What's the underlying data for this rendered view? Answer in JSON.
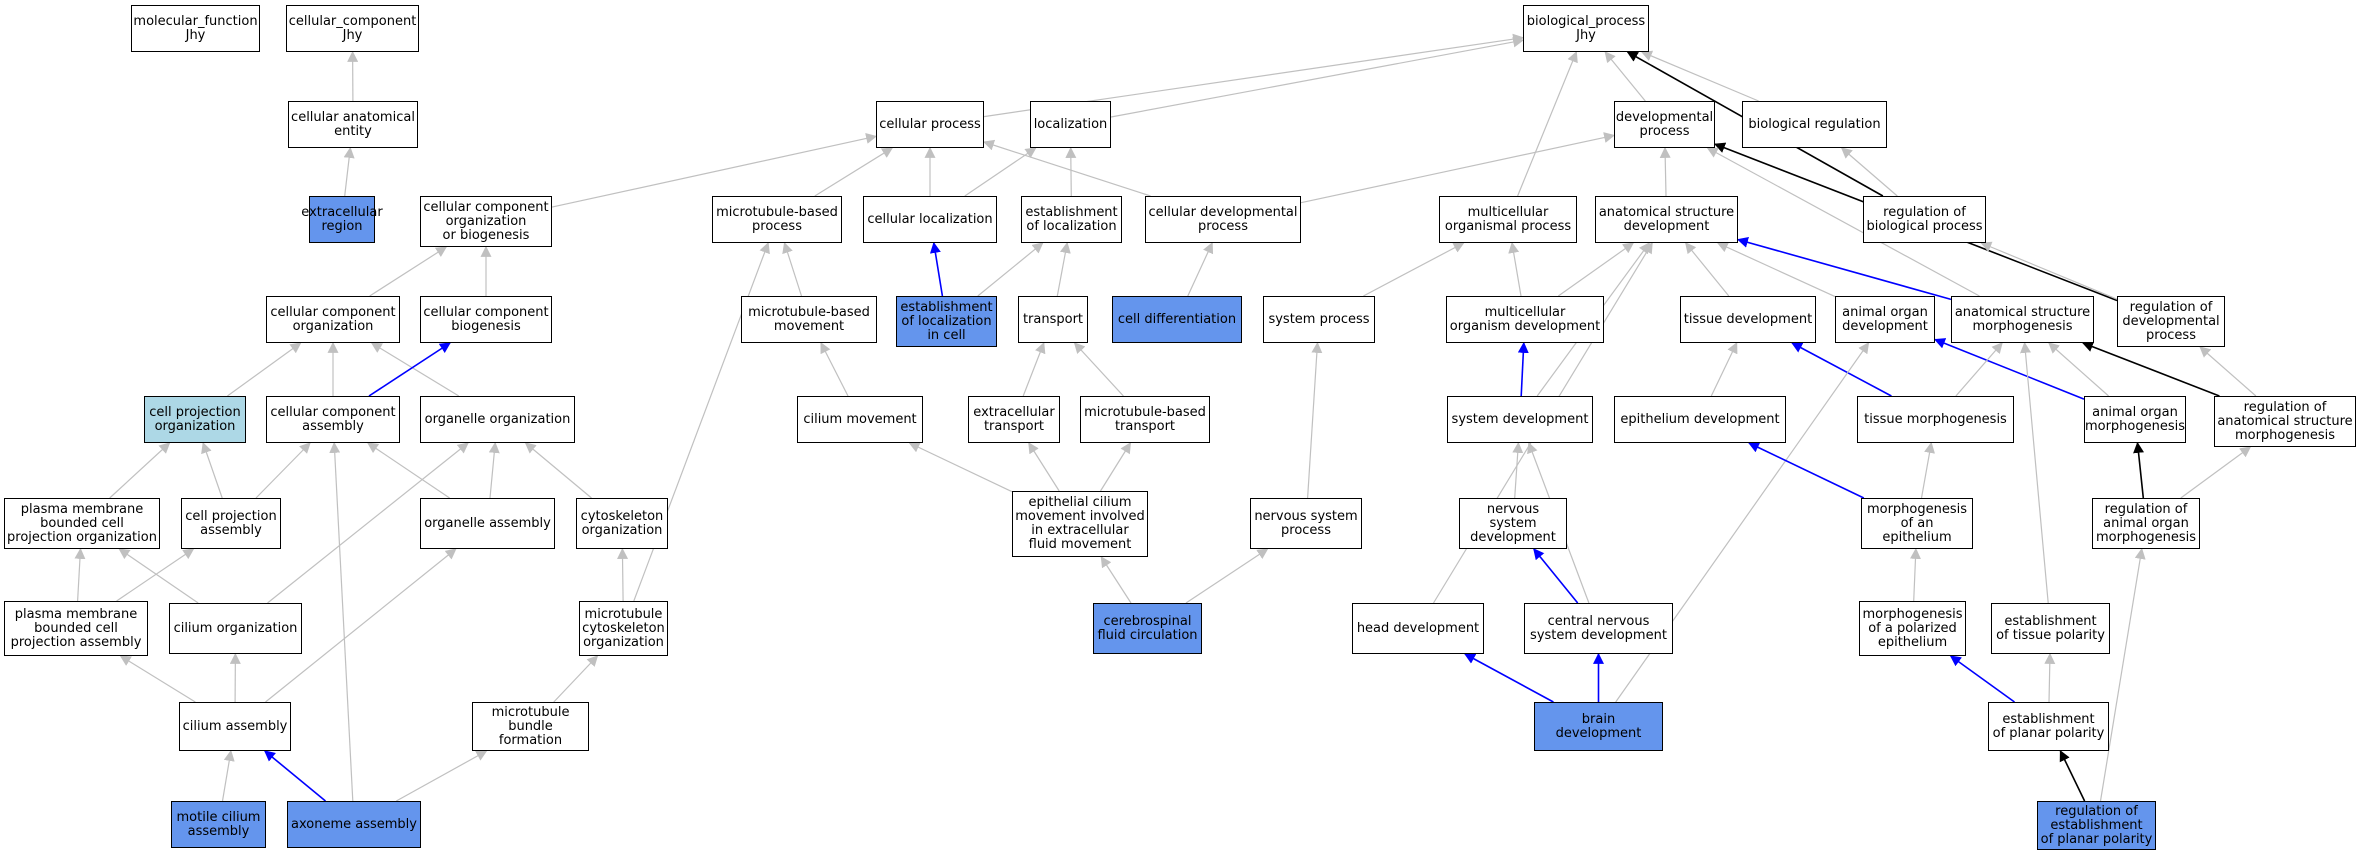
{
  "colors": {
    "default_fill": "#ffffff",
    "highlight_fill": "#6495ed",
    "partial_fill": "#add8e6",
    "edge_gray": "#c0c0c0",
    "edge_blue": "#0000ff",
    "edge_black": "#000000"
  },
  "nodes": {
    "mf": {
      "label": "molecular_function\nJhy",
      "fill": "default"
    },
    "cc": {
      "label": "cellular_component\nJhy",
      "fill": "default"
    },
    "bp": {
      "label": "biological_process\nJhy",
      "fill": "default"
    },
    "cae": {
      "label": "cellular anatomical\nentity",
      "fill": "default"
    },
    "er": {
      "label": "extracellular\nregion",
      "fill": "highlight"
    },
    "cp": {
      "label": "cellular process",
      "fill": "default"
    },
    "loc": {
      "label": "localization",
      "fill": "default"
    },
    "dp": {
      "label": "developmental\nprocess",
      "fill": "default"
    },
    "br": {
      "label": "biological regulation",
      "fill": "default"
    },
    "ccob": {
      "label": "cellular component\norganization\nor biogenesis",
      "fill": "default"
    },
    "mbp": {
      "label": "microtubule-based\nprocess",
      "fill": "default"
    },
    "cl": {
      "label": "cellular localization",
      "fill": "default"
    },
    "eol": {
      "label": "establishment\nof localization",
      "fill": "default"
    },
    "cdp": {
      "label": "cellular developmental\nprocess",
      "fill": "default"
    },
    "mop": {
      "label": "multicellular\norganismal process",
      "fill": "default"
    },
    "asd": {
      "label": "anatomical structure\ndevelopment",
      "fill": "default"
    },
    "rbp": {
      "label": "regulation of\nbiological process",
      "fill": "default"
    },
    "cco": {
      "label": "cellular component\norganization",
      "fill": "default"
    },
    "ccb": {
      "label": "cellular component\nbiogenesis",
      "fill": "default"
    },
    "mbm": {
      "label": "microtubule-based\nmovement",
      "fill": "default"
    },
    "eolc": {
      "label": "establishment\nof localization\nin cell",
      "fill": "highlight"
    },
    "tr": {
      "label": "transport",
      "fill": "default"
    },
    "cdiff": {
      "label": "cell differentiation",
      "fill": "highlight"
    },
    "sp": {
      "label": "system process",
      "fill": "default"
    },
    "mod": {
      "label": "multicellular\norganism development",
      "fill": "default"
    },
    "td": {
      "label": "tissue development",
      "fill": "default"
    },
    "aod": {
      "label": "animal organ\ndevelopment",
      "fill": "default"
    },
    "asm": {
      "label": "anatomical structure\nmorphogenesis",
      "fill": "default"
    },
    "rdp": {
      "label": "regulation of\ndevelopmental\nprocess",
      "fill": "default"
    },
    "cpo": {
      "label": "cell projection\norganization",
      "fill": "partial"
    },
    "cca": {
      "label": "cellular component\nassembly",
      "fill": "default"
    },
    "oo": {
      "label": "organelle organization",
      "fill": "default"
    },
    "cm": {
      "label": "cilium movement",
      "fill": "default"
    },
    "et": {
      "label": "extracellular\ntransport",
      "fill": "default"
    },
    "mbt": {
      "label": "microtubule-based\ntransport",
      "fill": "default"
    },
    "sd": {
      "label": "system development",
      "fill": "default"
    },
    "epd": {
      "label": "epithelium development",
      "fill": "default"
    },
    "tm": {
      "label": "tissue morphogenesis",
      "fill": "default"
    },
    "aom": {
      "label": "animal organ\nmorphogenesis",
      "fill": "default"
    },
    "rasm": {
      "label": "regulation of\nanatomical structure\nmorphogenesis",
      "fill": "default"
    },
    "pmbcpo": {
      "label": "plasma membrane\nbounded cell\nprojection organization",
      "fill": "default"
    },
    "cpa": {
      "label": "cell projection\nassembly",
      "fill": "default"
    },
    "oa": {
      "label": "organelle assembly",
      "fill": "default"
    },
    "cyto": {
      "label": "cytoskeleton\norganization",
      "fill": "default"
    },
    "ecm": {
      "label": "epithelial cilium\nmovement involved\nin extracellular\nfluid movement",
      "fill": "default"
    },
    "nsp": {
      "label": "nervous system\nprocess",
      "fill": "default"
    },
    "nsd": {
      "label": "nervous system\ndevelopment",
      "fill": "default"
    },
    "moe": {
      "label": "morphogenesis\nof an epithelium",
      "fill": "default"
    },
    "raom": {
      "label": "regulation of\nanimal organ\nmorphogenesis",
      "fill": "default"
    },
    "pmbcpa": {
      "label": "plasma membrane\nbounded cell\nprojection assembly",
      "fill": "default"
    },
    "co": {
      "label": "cilium organization",
      "fill": "default"
    },
    "mco": {
      "label": "microtubule\ncytoskeleton\norganization",
      "fill": "default"
    },
    "csfc": {
      "label": "cerebrospinal\nfluid circulation",
      "fill": "highlight"
    },
    "hd": {
      "label": "head development",
      "fill": "default"
    },
    "cnsd": {
      "label": "central nervous\nsystem development",
      "fill": "default"
    },
    "mpe": {
      "label": "morphogenesis\nof a polarized\nepithelium",
      "fill": "default"
    },
    "etp": {
      "label": "establishment\nof tissue polarity",
      "fill": "default"
    },
    "ca": {
      "label": "cilium assembly",
      "fill": "default"
    },
    "mbf": {
      "label": "microtubule\nbundle formation",
      "fill": "default"
    },
    "bd": {
      "label": "brain development",
      "fill": "highlight"
    },
    "epp": {
      "label": "establishment\nof planar polarity",
      "fill": "default"
    },
    "mca": {
      "label": "motile cilium\nassembly",
      "fill": "highlight"
    },
    "aa": {
      "label": "axoneme assembly",
      "fill": "highlight"
    },
    "repp": {
      "label": "regulation of\nestablishment\nof planar polarity",
      "fill": "highlight"
    }
  },
  "edges": [
    {
      "from": "cae",
      "to": "cc",
      "color": "gray"
    },
    {
      "from": "er",
      "to": "cae",
      "color": "gray"
    },
    {
      "from": "cp",
      "to": "bp",
      "color": "gray"
    },
    {
      "from": "loc",
      "to": "bp",
      "color": "gray"
    },
    {
      "from": "dp",
      "to": "bp",
      "color": "gray"
    },
    {
      "from": "br",
      "to": "bp",
      "color": "gray"
    },
    {
      "from": "mop",
      "to": "bp",
      "color": "gray"
    },
    {
      "from": "rbp",
      "to": "bp",
      "color": "black"
    },
    {
      "from": "ccob",
      "to": "cp",
      "color": "gray"
    },
    {
      "from": "mbp",
      "to": "cp",
      "color": "gray"
    },
    {
      "from": "cl",
      "to": "cp",
      "color": "gray"
    },
    {
      "from": "cdp",
      "to": "cp",
      "color": "gray"
    },
    {
      "from": "cl",
      "to": "loc",
      "color": "gray"
    },
    {
      "from": "eol",
      "to": "loc",
      "color": "gray"
    },
    {
      "from": "cdp",
      "to": "dp",
      "color": "gray"
    },
    {
      "from": "asd",
      "to": "dp",
      "color": "gray"
    },
    {
      "from": "rdp",
      "to": "dp",
      "color": "black"
    },
    {
      "from": "asm",
      "to": "dp",
      "color": "gray"
    },
    {
      "from": "rbp",
      "to": "br",
      "color": "gray"
    },
    {
      "from": "rdp",
      "to": "rbp",
      "color": "gray"
    },
    {
      "from": "cco",
      "to": "ccob",
      "color": "gray"
    },
    {
      "from": "ccb",
      "to": "ccob",
      "color": "gray"
    },
    {
      "from": "mbm",
      "to": "mbp",
      "color": "gray"
    },
    {
      "from": "mco",
      "to": "mbp",
      "color": "gray"
    },
    {
      "from": "eolc",
      "to": "cl",
      "color": "blue"
    },
    {
      "from": "eolc",
      "to": "eol",
      "color": "gray"
    },
    {
      "from": "tr",
      "to": "eol",
      "color": "gray"
    },
    {
      "from": "cdiff",
      "to": "cdp",
      "color": "gray"
    },
    {
      "from": "sp",
      "to": "mop",
      "color": "gray"
    },
    {
      "from": "mod",
      "to": "mop",
      "color": "gray"
    },
    {
      "from": "mod",
      "to": "asd",
      "color": "gray"
    },
    {
      "from": "td",
      "to": "asd",
      "color": "gray"
    },
    {
      "from": "aod",
      "to": "asd",
      "color": "gray"
    },
    {
      "from": "hd",
      "to": "asd",
      "color": "gray"
    },
    {
      "from": "sd",
      "to": "asd",
      "color": "gray"
    },
    {
      "from": "asm",
      "to": "asd",
      "color": "blue"
    },
    {
      "from": "cpo",
      "to": "cco",
      "color": "gray"
    },
    {
      "from": "cca",
      "to": "cco",
      "color": "gray"
    },
    {
      "from": "oo",
      "to": "cco",
      "color": "gray"
    },
    {
      "from": "cca",
      "to": "ccb",
      "color": "blue"
    },
    {
      "from": "cm",
      "to": "mbm",
      "color": "gray"
    },
    {
      "from": "et",
      "to": "tr",
      "color": "gray"
    },
    {
      "from": "mbt",
      "to": "tr",
      "color": "gray"
    },
    {
      "from": "nsp",
      "to": "sp",
      "color": "gray"
    },
    {
      "from": "sd",
      "to": "mod",
      "color": "blue"
    },
    {
      "from": "epd",
      "to": "td",
      "color": "gray"
    },
    {
      "from": "tm",
      "to": "td",
      "color": "blue"
    },
    {
      "from": "aom",
      "to": "aod",
      "color": "blue"
    },
    {
      "from": "bd",
      "to": "aod",
      "color": "gray"
    },
    {
      "from": "tm",
      "to": "asm",
      "color": "gray"
    },
    {
      "from": "aom",
      "to": "asm",
      "color": "gray"
    },
    {
      "from": "rasm",
      "to": "asm",
      "color": "black"
    },
    {
      "from": "etp",
      "to": "asm",
      "color": "gray"
    },
    {
      "from": "rasm",
      "to": "rdp",
      "color": "gray"
    },
    {
      "from": "pmbcpo",
      "to": "cpo",
      "color": "gray"
    },
    {
      "from": "cpa",
      "to": "cpo",
      "color": "gray"
    },
    {
      "from": "cpa",
      "to": "cca",
      "color": "gray"
    },
    {
      "from": "aa",
      "to": "cca",
      "color": "gray"
    },
    {
      "from": "oa",
      "to": "cca",
      "color": "gray"
    },
    {
      "from": "oa",
      "to": "oo",
      "color": "gray"
    },
    {
      "from": "cyto",
      "to": "oo",
      "color": "gray"
    },
    {
      "from": "co",
      "to": "oo",
      "color": "gray"
    },
    {
      "from": "ecm",
      "to": "cm",
      "color": "gray"
    },
    {
      "from": "ecm",
      "to": "et",
      "color": "gray"
    },
    {
      "from": "ecm",
      "to": "mbt",
      "color": "gray"
    },
    {
      "from": "nsd",
      "to": "sd",
      "color": "gray"
    },
    {
      "from": "cnsd",
      "to": "sd",
      "color": "gray"
    },
    {
      "from": "moe",
      "to": "epd",
      "color": "blue"
    },
    {
      "from": "moe",
      "to": "tm",
      "color": "gray"
    },
    {
      "from": "raom",
      "to": "aom",
      "color": "black"
    },
    {
      "from": "raom",
      "to": "rasm",
      "color": "gray"
    },
    {
      "from": "pmbcpa",
      "to": "pmbcpo",
      "color": "gray"
    },
    {
      "from": "co",
      "to": "pmbcpo",
      "color": "gray"
    },
    {
      "from": "pmbcpa",
      "to": "cpa",
      "color": "gray"
    },
    {
      "from": "mco",
      "to": "cyto",
      "color": "gray"
    },
    {
      "from": "csfc",
      "to": "ecm",
      "color": "gray"
    },
    {
      "from": "csfc",
      "to": "nsp",
      "color": "gray"
    },
    {
      "from": "cnsd",
      "to": "nsd",
      "color": "blue"
    },
    {
      "from": "mpe",
      "to": "moe",
      "color": "gray"
    },
    {
      "from": "repp",
      "to": "raom",
      "color": "gray"
    },
    {
      "from": "ca",
      "to": "pmbcpa",
      "color": "gray"
    },
    {
      "from": "ca",
      "to": "co",
      "color": "gray"
    },
    {
      "from": "ca",
      "to": "oa",
      "color": "gray"
    },
    {
      "from": "mbf",
      "to": "mco",
      "color": "gray"
    },
    {
      "from": "bd",
      "to": "hd",
      "color": "blue"
    },
    {
      "from": "bd",
      "to": "cnsd",
      "color": "blue"
    },
    {
      "from": "epp",
      "to": "mpe",
      "color": "blue"
    },
    {
      "from": "epp",
      "to": "etp",
      "color": "gray"
    },
    {
      "from": "mca",
      "to": "ca",
      "color": "gray"
    },
    {
      "from": "aa",
      "to": "ca",
      "color": "blue"
    },
    {
      "from": "aa",
      "to": "mbf",
      "color": "gray"
    },
    {
      "from": "repp",
      "to": "epp",
      "color": "black"
    }
  ]
}
